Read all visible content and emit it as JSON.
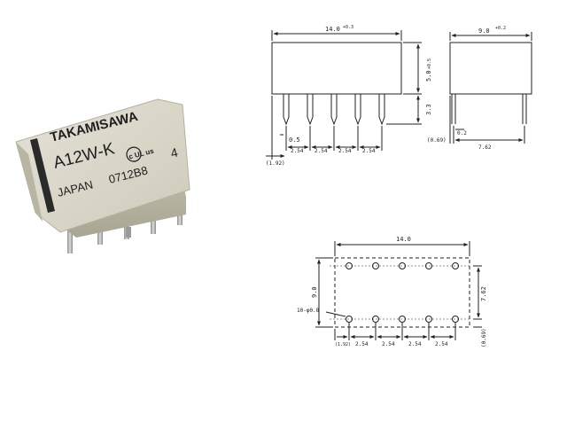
{
  "photo": {
    "brand": "TAKAMISAWA",
    "model": "A12W-K",
    "cert_mark": "c UL us",
    "origin": "JAPAN",
    "lot": "0712B8",
    "lot_suffix": "4",
    "colors": {
      "body": "#d6d3c6",
      "marking": "#1e1e1e",
      "pins": "#a8a8a8"
    }
  },
  "side_view": {
    "length": "14.0",
    "length_tol": "+0.3",
    "height": "5.0",
    "height_tol": "+0.5",
    "pin_length": "3.3",
    "pin_width": "0.5",
    "pitch": [
      "2.54",
      "2.54",
      "2.54",
      "2.54"
    ],
    "offset": "(1.92)"
  },
  "end_view": {
    "width": "9.0",
    "width_tol": "+0.2",
    "pin_thickness": "0.2",
    "offset": "(0.69)",
    "row_spacing": "7.62"
  },
  "footprint": {
    "length": "14.0",
    "width": "9.0",
    "hole_spec": "10-φ0.8",
    "row_spacing": "7.62",
    "offset_left": "(1.92)",
    "offset_right": "(0.69)",
    "pitch": [
      "2.54",
      "2.54",
      "2.54",
      "2.54"
    ]
  }
}
